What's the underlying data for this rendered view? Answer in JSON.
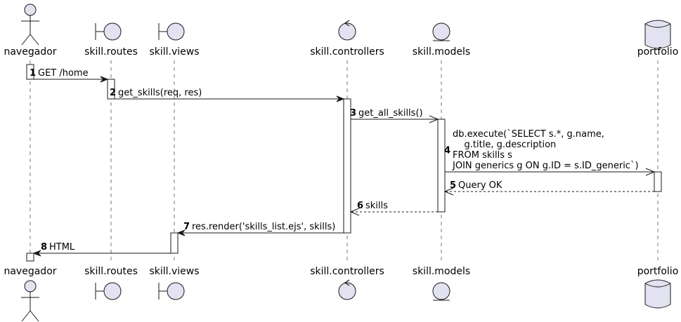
{
  "participants": [
    {
      "name": "navegador",
      "shape": "actor"
    },
    {
      "name": "skill.routes",
      "shape": "boundary"
    },
    {
      "name": "skill.views",
      "shape": "boundary"
    },
    {
      "name": "skill.controllers",
      "shape": "control"
    },
    {
      "name": "skill.models",
      "shape": "entity"
    },
    {
      "name": "portfolio",
      "shape": "database"
    }
  ],
  "messages": [
    {
      "num": "1",
      "lines": [
        "GET /home"
      ],
      "from": "navegador",
      "to": "skill.routes",
      "style": "sync"
    },
    {
      "num": "2",
      "lines": [
        "get_skills(req, res)"
      ],
      "from": "skill.routes",
      "to": "skill.controllers",
      "style": "sync"
    },
    {
      "num": "3",
      "lines": [
        "get_all_skills()"
      ],
      "from": "skill.controllers",
      "to": "skill.models",
      "style": "async"
    },
    {
      "num": "4",
      "lines": [
        "db.execute(`SELECT s.*, g.name,",
        "    g.title, g.description",
        "FROM skills s",
        "JOIN generics g ON g.ID = s.ID_generic`)"
      ],
      "from": "skill.models",
      "to": "portfolio",
      "style": "async"
    },
    {
      "num": "5",
      "lines": [
        "Query OK"
      ],
      "from": "portfolio",
      "to": "skill.models",
      "style": "return"
    },
    {
      "num": "6",
      "lines": [
        "skills"
      ],
      "from": "skill.models",
      "to": "skill.controllers",
      "style": "return"
    },
    {
      "num": "7",
      "lines": [
        "res.render('skills_list.ejs', skills)"
      ],
      "from": "skill.controllers",
      "to": "skill.views",
      "style": "sync"
    },
    {
      "num": "8",
      "lines": [
        "HTML"
      ],
      "from": "skill.views",
      "to": "navegador",
      "style": "sync"
    }
  ],
  "colors": {
    "participant_fill": "#E2E2F0",
    "participant_stroke": "#181818",
    "lifeline": "#181818",
    "activation_fill": "#FFFFFF"
  }
}
